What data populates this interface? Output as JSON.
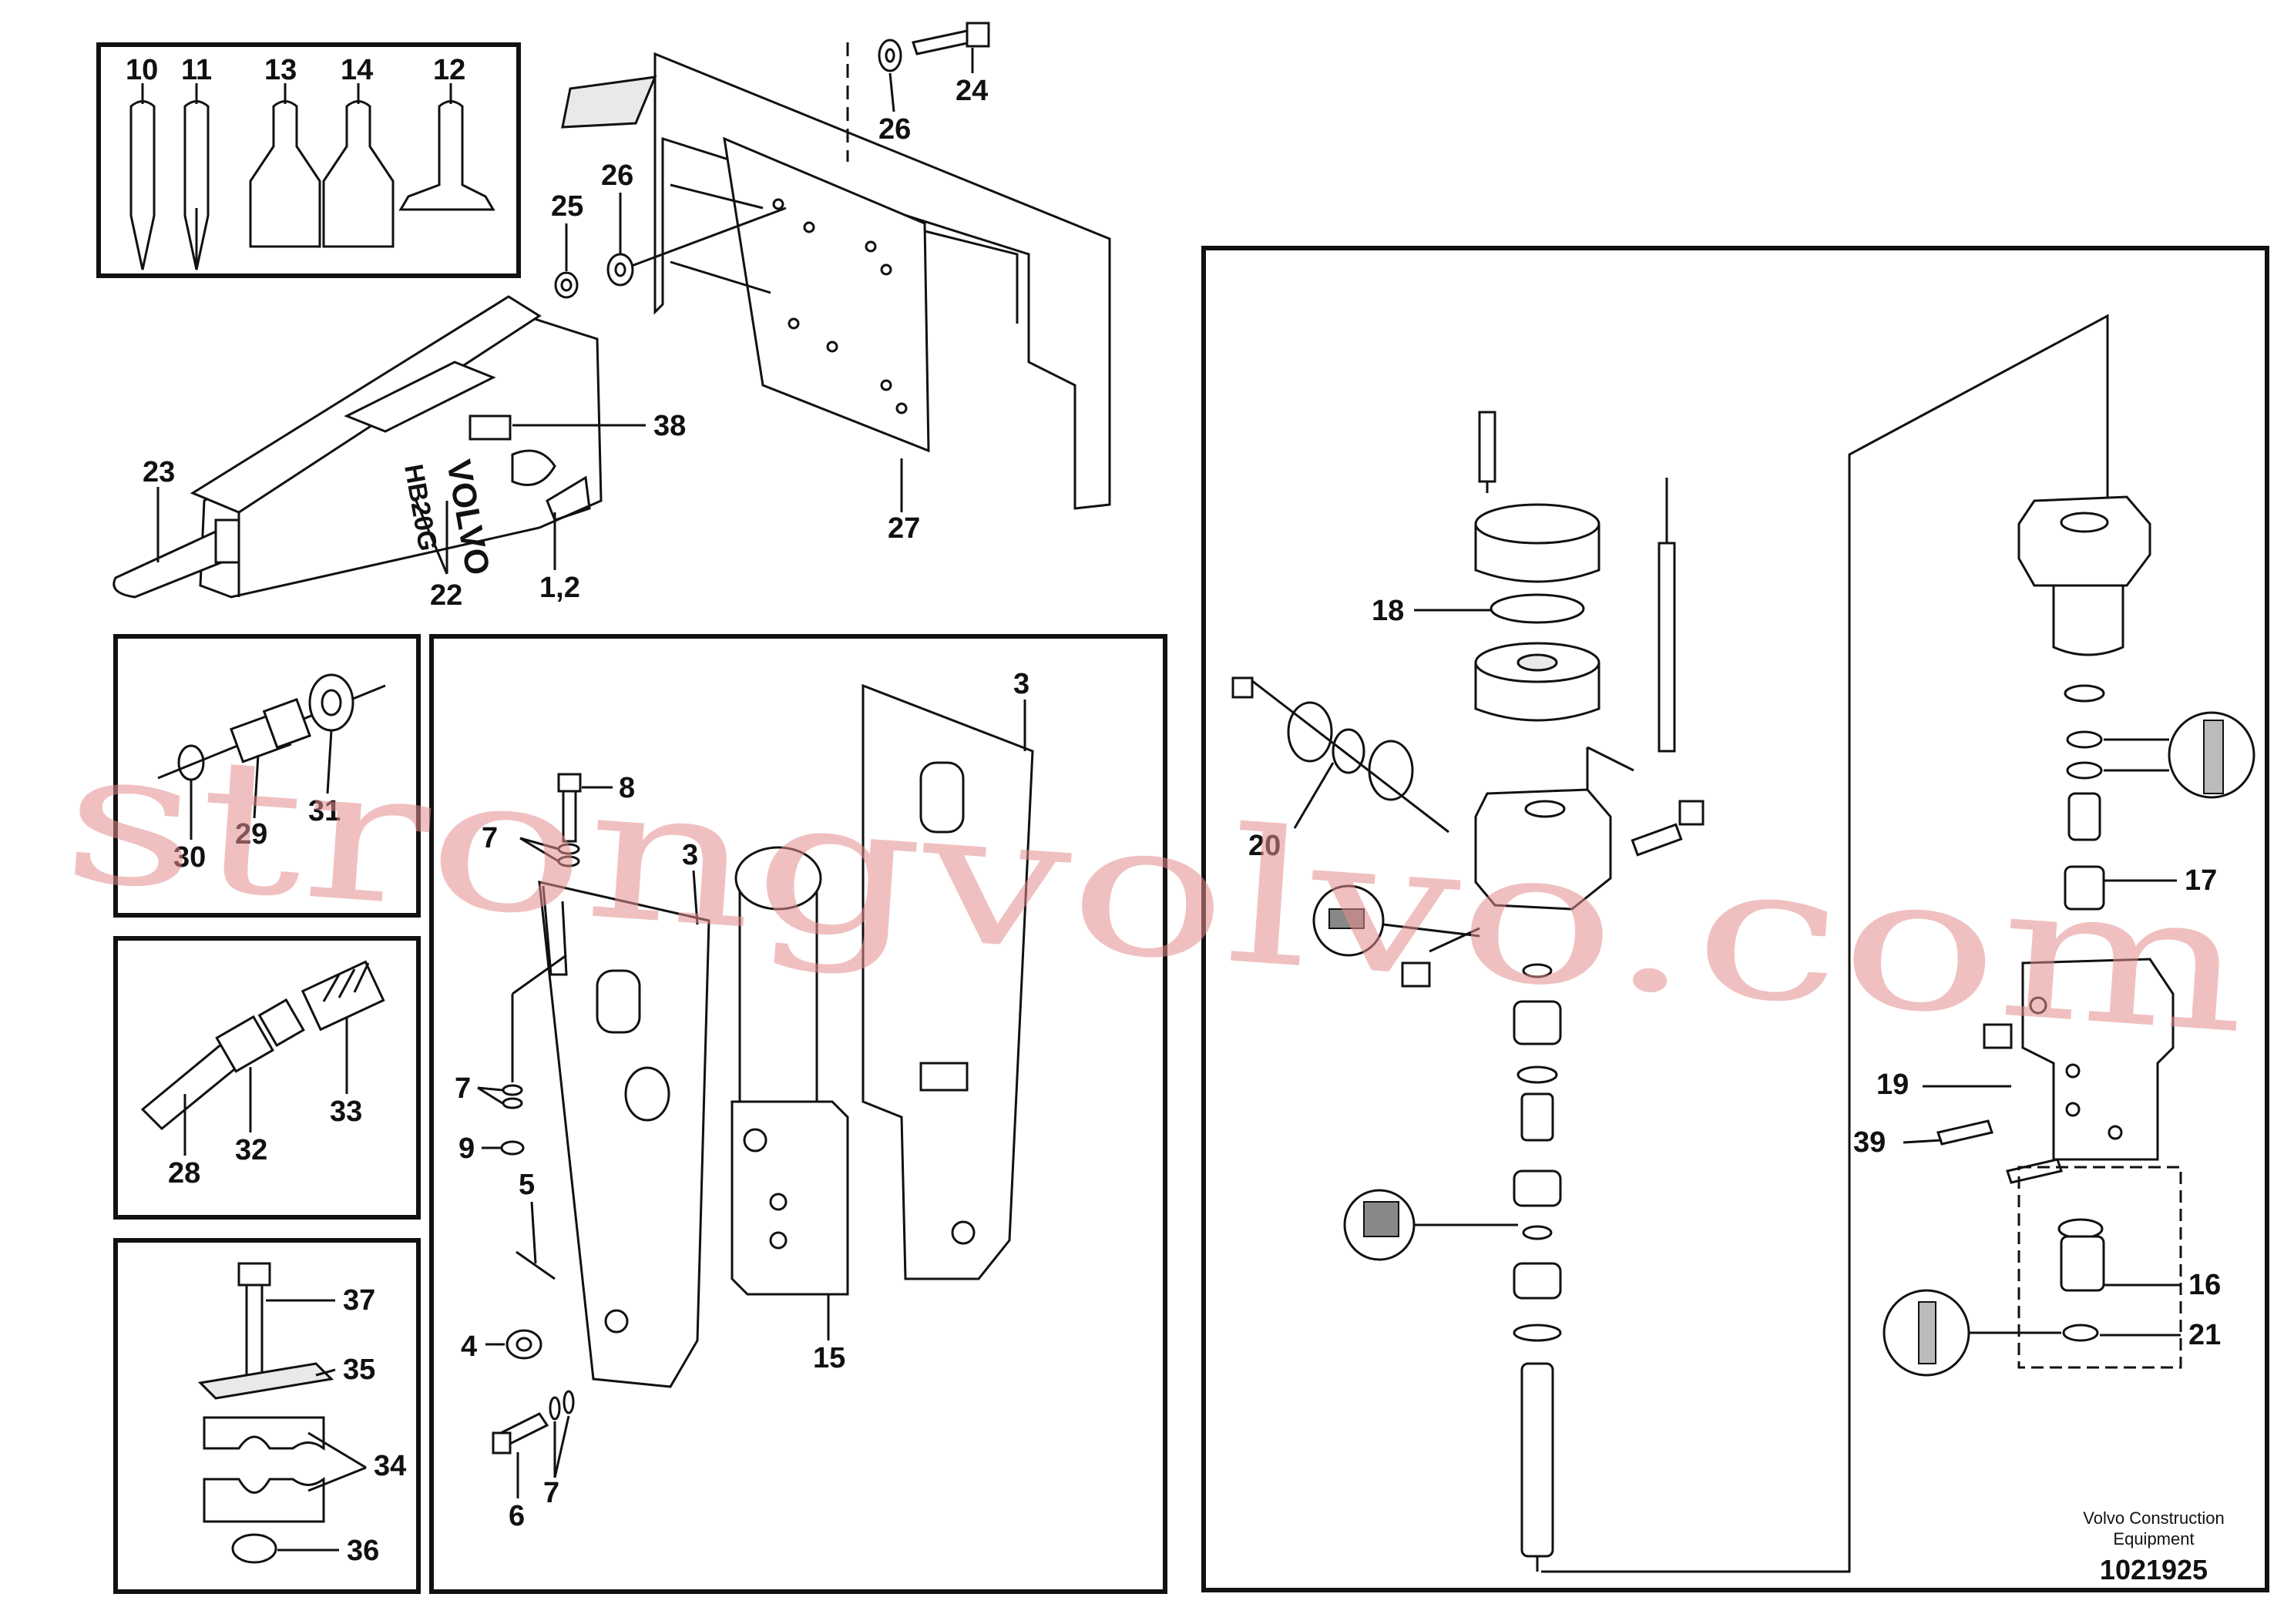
{
  "callouts": {
    "c10": "10",
    "c11": "11",
    "c13": "13",
    "c14": "14",
    "c12": "12",
    "c24": "24",
    "c26a": "26",
    "c26b": "26",
    "c25": "25",
    "c38": "38",
    "c23": "23",
    "c22": "22",
    "c12b": "1,2",
    "c27": "27",
    "c31": "31",
    "c30": "30",
    "c29": "29",
    "c33": "33",
    "c28": "28",
    "c32": "32",
    "c37": "37",
    "c35": "35",
    "c34": "34",
    "c36": "36",
    "c8": "8",
    "c7a": "7",
    "c7b": "7",
    "c7c": "7",
    "c9": "9",
    "c5": "5",
    "c4": "4",
    "c6": "6",
    "c15": "15",
    "c3a": "3",
    "c3b": "3",
    "c18": "18",
    "c20": "20",
    "c17": "17",
    "c19": "19",
    "c39": "39",
    "c16": "16",
    "c21": "21"
  },
  "brand_marks": {
    "volvo": "VOLVO",
    "model": "HB20G"
  },
  "footer": {
    "company_line1": "Volvo Construction",
    "company_line2": "Equipment",
    "drawing_number": "1021925"
  },
  "watermark": "strongvolvo.com",
  "colors": {
    "line": "#111111",
    "watermark": "#e58e8e",
    "background": "#ffffff"
  }
}
